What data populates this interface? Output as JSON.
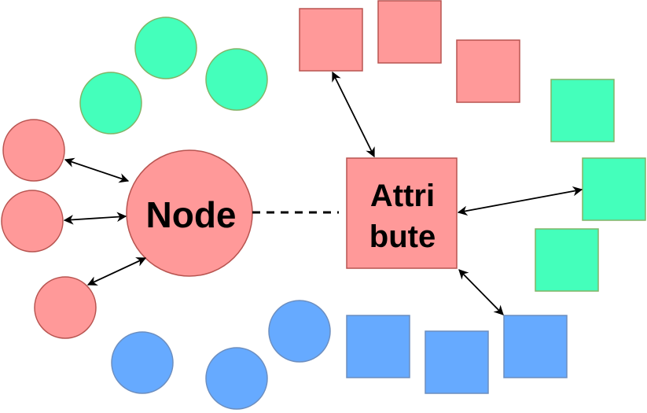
{
  "diagram": {
    "node_label": "Node",
    "attribute_label_line1": "Attri",
    "attribute_label_line2": "bute"
  },
  "colors": {
    "red_fill": "#ff9999",
    "red_stroke": "#b85450",
    "green_fill": "#44ffbb",
    "green_stroke": "#82b366",
    "blue_fill": "#66aaff",
    "blue_stroke": "#6c8ebf",
    "edge": "#000000"
  }
}
